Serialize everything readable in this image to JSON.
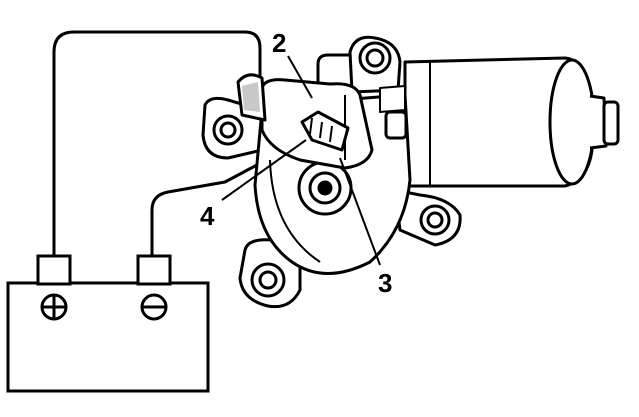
{
  "callouts": {
    "c2": "2",
    "c3": "3",
    "c4": "4"
  },
  "battery": {
    "positive_symbol": "plus-terminal-icon",
    "negative_symbol": "minus-terminal-icon"
  },
  "colors": {
    "ink": "#000000",
    "paper": "#ffffff",
    "shade": "#c8c8c8"
  }
}
